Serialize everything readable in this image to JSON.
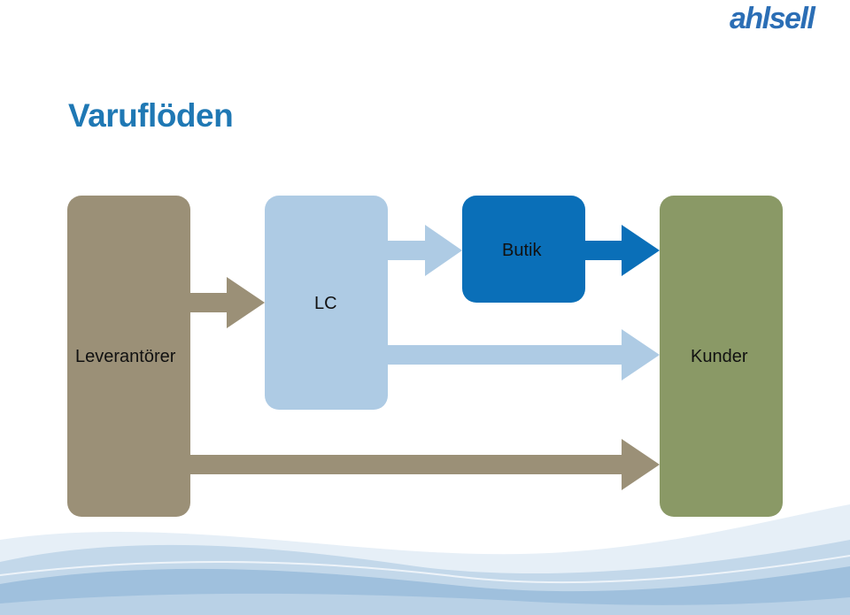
{
  "slide": {
    "title": "Varuflöden",
    "logo_text": "ahlsell"
  },
  "nodes": {
    "suppliers": "Leverantörer",
    "lc": "LC",
    "store": "Butik",
    "customers": "Kunder"
  },
  "colors": {
    "title": "#1f78b4",
    "logo": "#2b6eb5",
    "suppliers": "#9b9077",
    "lc": "#aecbe4",
    "store": "#0a6fb8",
    "customers": "#8a9966"
  },
  "edges": [
    {
      "from": "suppliers",
      "to": "lc"
    },
    {
      "from": "lc",
      "to": "store"
    },
    {
      "from": "store",
      "to": "customers"
    },
    {
      "from": "lc",
      "to": "customers"
    },
    {
      "from": "suppliers",
      "to": "customers"
    }
  ]
}
